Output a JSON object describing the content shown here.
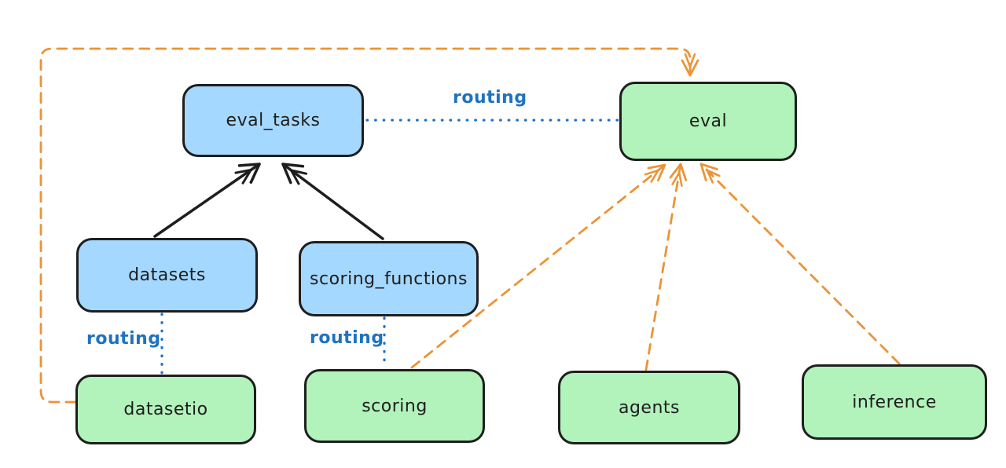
{
  "diagram": {
    "background": "#ffffff",
    "colors": {
      "node_blue_fill": "#a5d8ff",
      "node_green_fill": "#b2f2bb",
      "node_stroke": "#1e1e1e",
      "solid_arrow": "#1e1e1e",
      "routing_blue": "#1f72c1",
      "dashed_orange": "#ec9336"
    },
    "nodes": [
      {
        "id": "eval_tasks",
        "label": "eval_tasks",
        "color": "blue"
      },
      {
        "id": "eval",
        "label": "eval",
        "color": "green"
      },
      {
        "id": "datasets",
        "label": "datasets",
        "color": "blue"
      },
      {
        "id": "scoring_functions",
        "label": "scoring_functions",
        "color": "blue"
      },
      {
        "id": "datasetio",
        "label": "datasetio",
        "color": "green"
      },
      {
        "id": "scoring",
        "label": "scoring",
        "color": "green"
      },
      {
        "id": "agents",
        "label": "agents",
        "color": "green"
      },
      {
        "id": "inference",
        "label": "inference",
        "color": "green"
      }
    ],
    "edges": [
      {
        "from": "datasets",
        "to": "eval_tasks",
        "type": "solid_arrow",
        "color": "#1e1e1e"
      },
      {
        "from": "scoring_functions",
        "to": "eval_tasks",
        "type": "solid_arrow",
        "color": "#1e1e1e"
      },
      {
        "from": "eval_tasks",
        "to": "eval",
        "type": "dotted",
        "color": "#1f72c1",
        "label": "routing"
      },
      {
        "from": "datasets",
        "to": "datasetio",
        "type": "dotted",
        "color": "#1f72c1",
        "label": "routing"
      },
      {
        "from": "scoring_functions",
        "to": "scoring",
        "type": "dotted",
        "color": "#1f72c1",
        "label": "routing"
      },
      {
        "from": "datasetio",
        "to": "eval",
        "type": "dashed_arrow",
        "color": "#ec9336"
      },
      {
        "from": "scoring",
        "to": "eval",
        "type": "dashed_arrow",
        "color": "#ec9336"
      },
      {
        "from": "agents",
        "to": "eval",
        "type": "dashed_arrow",
        "color": "#ec9336"
      },
      {
        "from": "inference",
        "to": "eval",
        "type": "dashed_arrow",
        "color": "#ec9336"
      }
    ]
  }
}
